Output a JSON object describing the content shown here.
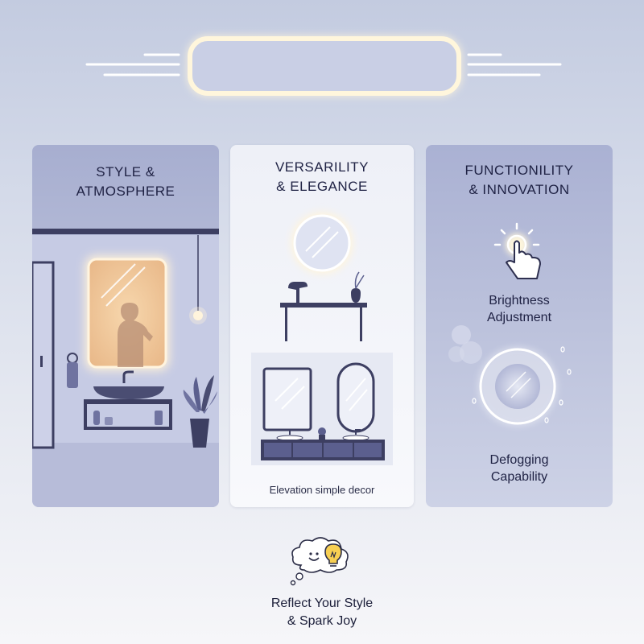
{
  "cards": [
    {
      "title": "STYLE &\nATMOSPHERE"
    },
    {
      "title": "VERSARILITY\n& ELEGANCE",
      "caption": "Elevation simple decor"
    },
    {
      "title": "FUNCTIONILITY\n& INNOVATION",
      "features": [
        {
          "label": "Brightness\nAdjustment",
          "icon": "touch-hand-icon"
        },
        {
          "label": "Defogging\nCapability",
          "icon": "defog-mirror-icon"
        }
      ]
    }
  ],
  "footer": {
    "tagline": "Reflect Your Style\n& Spark Joy",
    "icon": "thought-bubble-lightbulb-icon"
  },
  "colors": {
    "accent_glow": "#fff6dc",
    "dark_fixture": "#3d3f62",
    "warm_mirror": "#f3c99a"
  }
}
